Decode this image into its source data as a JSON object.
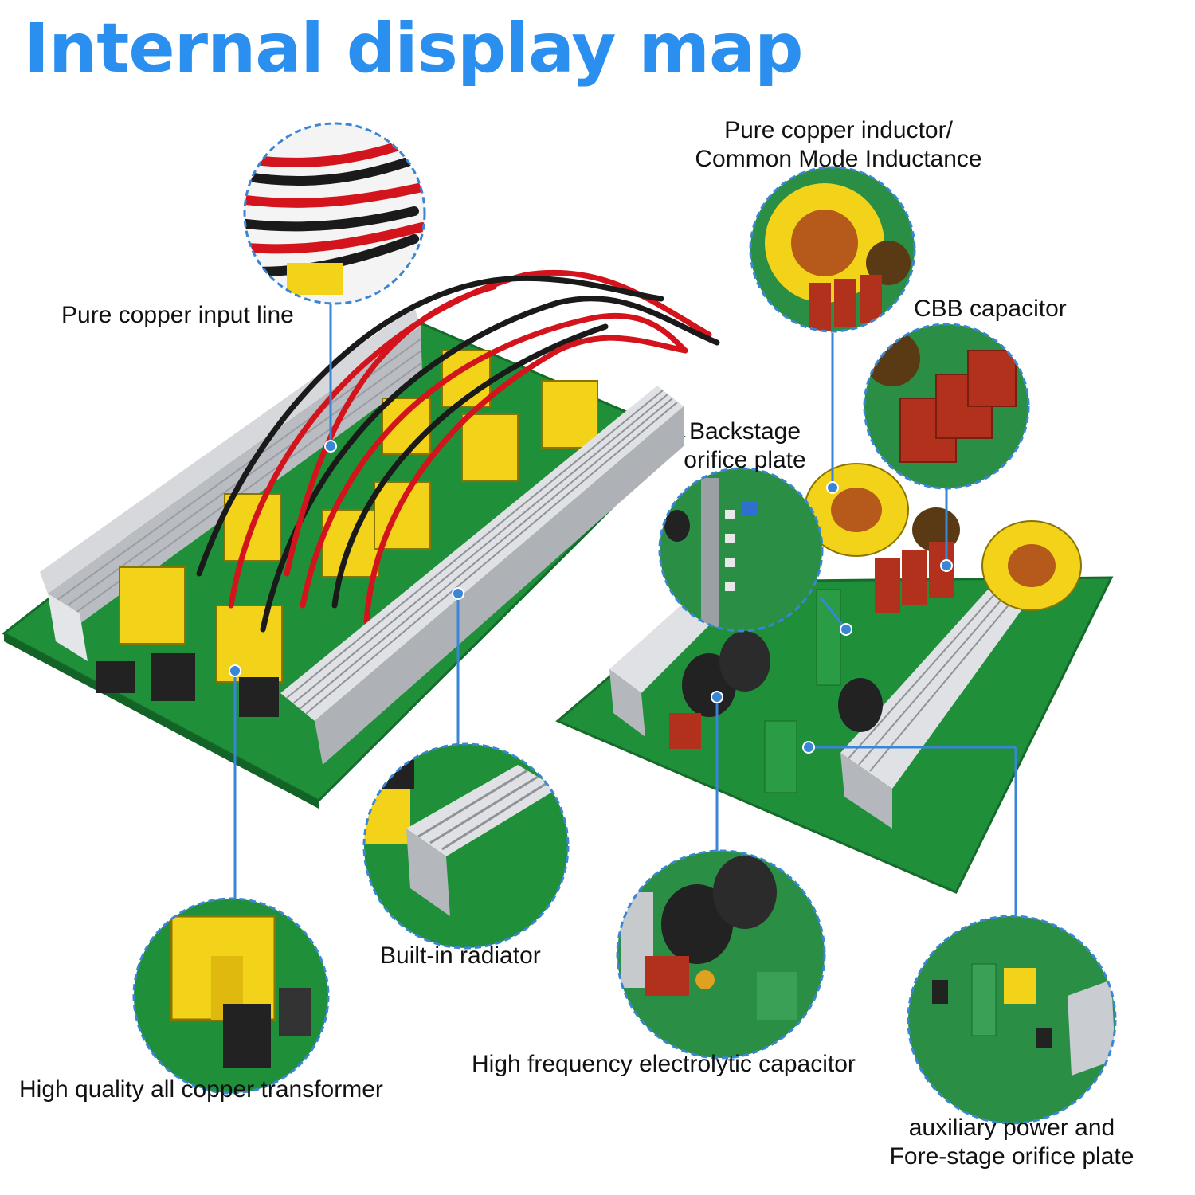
{
  "title": "Internal display map",
  "colors": {
    "title": "#2b8ff0",
    "callout_line": "#3a86d6",
    "pcb_green": "#1f8f3a",
    "heatsink": "#c9ccd0",
    "transformer": "#f3d21a",
    "wire_red": "#d4141c",
    "wire_black": "#1a1a1a",
    "capacitor": "#b2311c"
  },
  "callouts": [
    {
      "label": "Pure copper input line",
      "icon": "wire-bundle"
    },
    {
      "label_line1": "Pure copper inductor/",
      "label_line2": "Common Mode Inductance",
      "icon": "toroid-inductor"
    },
    {
      "label": "CBB capacitor",
      "icon": "film-capacitor"
    },
    {
      "label_line1": "Backstage",
      "label_line2": "orifice plate",
      "icon": "circuit-board"
    },
    {
      "label": "Built-in radiator",
      "icon": "heatsink"
    },
    {
      "label": "High quality all copper transformer",
      "icon": "transformer"
    },
    {
      "label": "High frequency electrolytic capacitor",
      "icon": "electrolytic-capacitor"
    },
    {
      "label_line1": "auxiliary power and",
      "label_line2": "Fore-stage orifice plate",
      "icon": "power-board"
    }
  ]
}
